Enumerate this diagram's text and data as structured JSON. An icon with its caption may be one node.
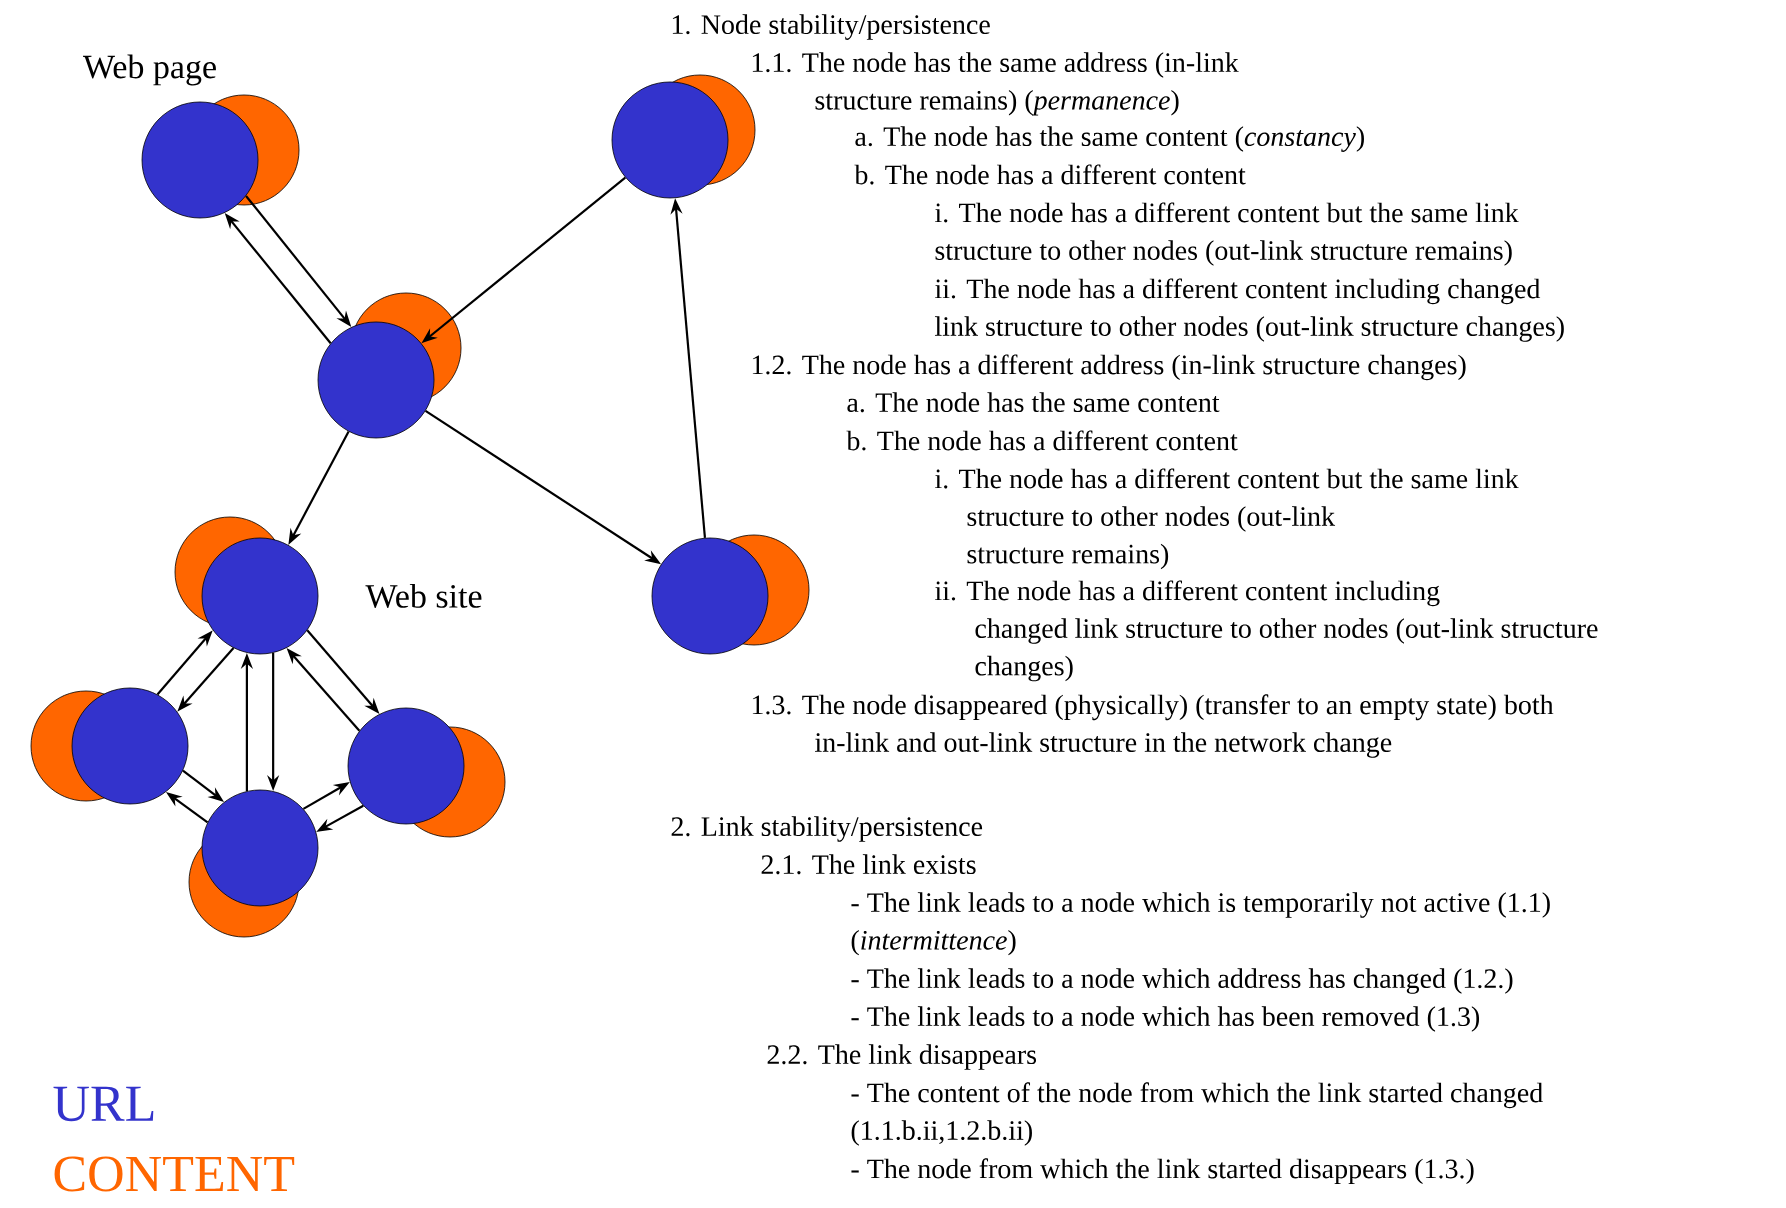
{
  "diagram": {
    "nodes": [
      {
        "text": [],
        "shape": "circle",
        "beside": [
          "Web page"
        ]
      },
      {
        "text": [],
        "shape": "circle"
      },
      {
        "text": [],
        "shape": "circle"
      },
      {
        "text": [],
        "shape": "circle"
      },
      {
        "text": [],
        "shape": "circle",
        "beside": [
          "Web site"
        ]
      },
      {
        "text": [],
        "shape": "circle"
      },
      {
        "text": [],
        "shape": "circle"
      },
      {
        "text": [],
        "shape": "circle"
      }
    ],
    "edges": [
      {
        "from": 0,
        "to": 1,
        "arrow": "to"
      },
      {
        "from": 1,
        "to": 0,
        "arrow": "to"
      },
      {
        "from": 2,
        "to": 1,
        "arrow": "to"
      },
      {
        "from": 3,
        "to": 2,
        "arrow": "to"
      },
      {
        "from": 1,
        "to": 3,
        "arrow": "to"
      },
      {
        "from": 1,
        "to": 4,
        "arrow": "to"
      },
      {
        "from": 5,
        "to": 4,
        "arrow": "to"
      },
      {
        "from": 4,
        "to": 5,
        "arrow": "to"
      },
      {
        "from": 4,
        "to": 7,
        "arrow": "to"
      },
      {
        "from": 7,
        "to": 4,
        "arrow": "to"
      },
      {
        "from": 4,
        "to": 6,
        "arrow": "to"
      },
      {
        "from": 6,
        "to": 4,
        "arrow": "to"
      },
      {
        "from": 5,
        "to": 7,
        "arrow": "to"
      },
      {
        "from": 7,
        "to": 5,
        "arrow": "to"
      },
      {
        "from": 7,
        "to": 6,
        "arrow": "to"
      },
      {
        "from": 6,
        "to": 7,
        "arrow": "to"
      }
    ],
    "labels": [
      "1. Node stability/persistence",
      "1.1. The node has the same address (in-link structure remains) (*permanence*)",
      "a. The node has the same content (*constancy*)",
      "b. The node has a different content",
      "i. The node has a different content but the same link structure to other nodes (out-link structure remains)",
      "ii. The node has a different content including changed link structure to other nodes (out-link structure changes)",
      "1.2. The node has a different address (in-link structure changes)",
      "a. The node has the same content",
      "b. The node has a different content",
      "i. The node has a different content but the same link structure to other nodes (out-link structure remains)",
      "ii. The node has a different content including changed link structure to other nodes (out-link structure changes)",
      "1.3. The node disappeared (physically) (transfer to an empty state) both in-link and out-link structure in the network change",
      "2. Link stability/persistence",
      "2.1. The link exists",
      "- The link leads to a node which is temporarily not active (1.1) (*intermittence*)",
      "- The link leads to a node which address has changed (1.2.)",
      "- The link leads to a node which has been removed (1.3)",
      "2.2. The link disappears",
      "- The content of the node from which the link started changed (1.1.b.ii,1.2.b.ii)",
      "- The node from which the link started disappears (1.3.)"
    ],
    "legend": [
      {
        "text": "URL",
        "color": "#3333cc"
      },
      {
        "text": "CONTENT",
        "color": "#ff6600"
      }
    ]
  }
}
